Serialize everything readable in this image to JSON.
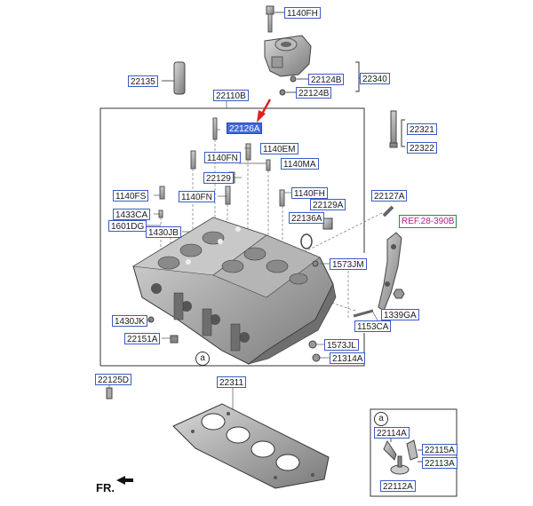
{
  "labels": [
    {
      "id": "1140FH-top",
      "text": "1140FH"
    },
    {
      "id": "22135",
      "text": "22135"
    },
    {
      "id": "22124B-1",
      "text": "22124B"
    },
    {
      "id": "22340",
      "text": "22340"
    },
    {
      "id": "22124B-2",
      "text": "22124B"
    },
    {
      "id": "22110B",
      "text": "22110B"
    },
    {
      "id": "22126A",
      "text": "22126A"
    },
    {
      "id": "22321",
      "text": "22321"
    },
    {
      "id": "22322",
      "text": "22322"
    },
    {
      "id": "1140EM",
      "text": "1140EM"
    },
    {
      "id": "1140FN-1",
      "text": "1140FN"
    },
    {
      "id": "1140MA",
      "text": "1140MA"
    },
    {
      "id": "22129",
      "text": "22129"
    },
    {
      "id": "1140FS",
      "text": "1140FS"
    },
    {
      "id": "1140FN-2",
      "text": "1140FN"
    },
    {
      "id": "1140FH-mid",
      "text": "1140FH"
    },
    {
      "id": "22127A",
      "text": "22127A"
    },
    {
      "id": "22129A",
      "text": "22129A"
    },
    {
      "id": "1433CA",
      "text": "1433CA"
    },
    {
      "id": "22136A",
      "text": "22136A"
    },
    {
      "id": "1601DG",
      "text": "1601DG"
    },
    {
      "id": "1430JB",
      "text": "1430JB"
    },
    {
      "id": "1573JM",
      "text": "1573JM"
    },
    {
      "id": "1339GA",
      "text": "1339GA"
    },
    {
      "id": "1430JK",
      "text": "1430JK"
    },
    {
      "id": "1153CA",
      "text": "1153CA"
    },
    {
      "id": "22151A",
      "text": "22151A"
    },
    {
      "id": "1573JL",
      "text": "1573JL"
    },
    {
      "id": "21314A",
      "text": "21314A"
    },
    {
      "id": "22125D",
      "text": "22125D"
    },
    {
      "id": "22311",
      "text": "22311"
    },
    {
      "id": "22114A",
      "text": "22114A"
    },
    {
      "id": "22115A",
      "text": "22115A"
    },
    {
      "id": "22113A",
      "text": "22113A"
    },
    {
      "id": "22112A",
      "text": "22112A"
    }
  ],
  "reference": {
    "text": "REF.28-390B"
  },
  "detail_marker": "a",
  "front_label": "FR.",
  "highlighted_part": "22126A",
  "colors": {
    "label_border": "#3a5bc7",
    "highlight_fill": "#4169e1",
    "arrow": "#e02020",
    "reference_text": "#b0208f"
  }
}
